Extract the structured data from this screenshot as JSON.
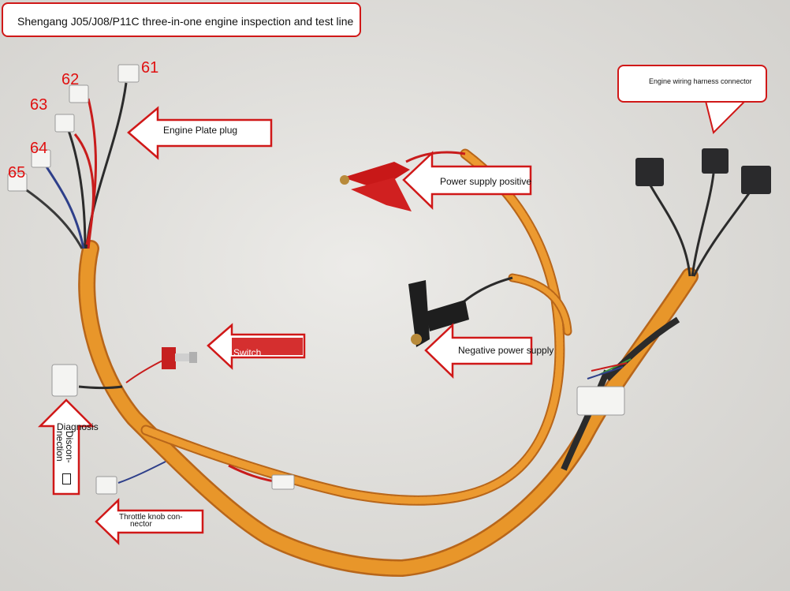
{
  "title": "Shengang J05/J08/P11C three-in-one engine inspection and test line",
  "callout_label": "Engine wiring harness connector",
  "pin_numbers": [
    "61",
    "62",
    "63",
    "64",
    "65"
  ],
  "labels": {
    "engine_plate_plug": "Engine Plate plug",
    "power_positive": "Power supply positive",
    "power_negative": "Negative power supply",
    "switch": "Switch",
    "diagnosis": "Diagnosis",
    "disconnection_line1": "Discon-",
    "disconnection_line2": "nection",
    "throttle_line1": "Throttle knob con-",
    "throttle_line2": "nector"
  },
  "colors": {
    "arrow_outline": "#d01818",
    "braid": "#e8962a",
    "background": "#e4e3e0"
  }
}
